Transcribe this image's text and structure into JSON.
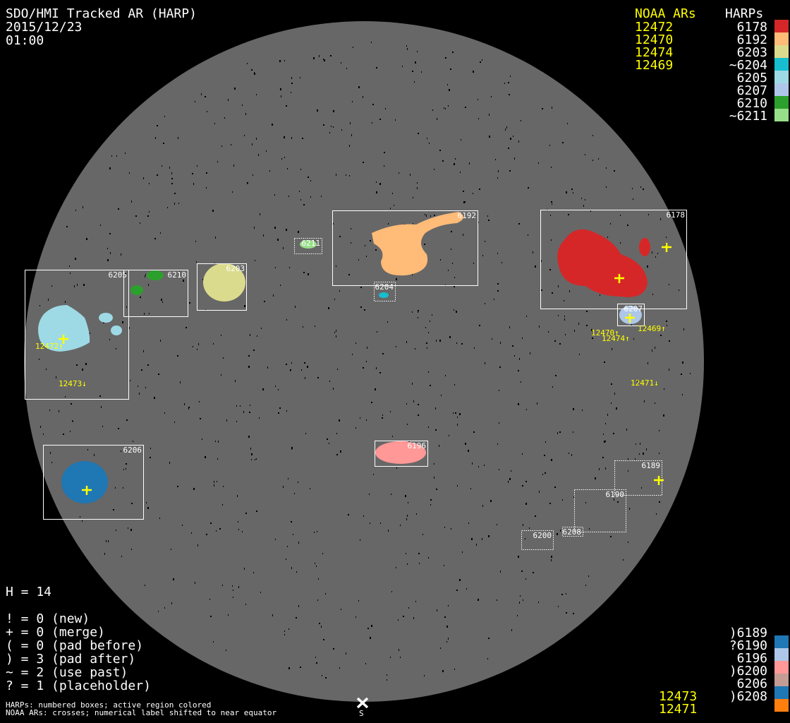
{
  "header": {
    "title": "SDO/HMI Tracked AR (HARP)",
    "date": "2015/12/23",
    "time": "01:00"
  },
  "legend_top": {
    "noaa_header": "NOAA ARs",
    "harps_header": "HARPs",
    "noaa": [
      "12472",
      "12470",
      "12474",
      "12469"
    ],
    "harps": [
      {
        "label": "6178",
        "color": "#d62728"
      },
      {
        "label": "6192",
        "color": "#ffbb78"
      },
      {
        "label": "6203",
        "color": "#dbdb8d"
      },
      {
        "label": "~6204",
        "color": "#17becf"
      },
      {
        "label": "6205",
        "color": "#9edae5"
      },
      {
        "label": "6207",
        "color": "#aec7e8"
      },
      {
        "label": "6210",
        "color": "#2ca02c"
      },
      {
        "label": "~6211",
        "color": "#98df8a"
      }
    ]
  },
  "legend_bottom": {
    "noaa": [
      "12473",
      "12471"
    ],
    "harps": [
      {
        "label": ")6189",
        "color": "#1f77b4"
      },
      {
        "label": "?6190",
        "color": "#aec7e8"
      },
      {
        "label": "6196",
        "color": "#ff9896"
      },
      {
        "label": ")6200",
        "color": "#c49c94"
      },
      {
        "label": "6206",
        "color": "#1f77b4"
      },
      {
        "label": ")6208",
        "color": "#ff7f0e"
      }
    ]
  },
  "stats": {
    "h": "H = 14",
    "lines": [
      "! = 0 (new)",
      "+ = 0 (merge)",
      "( = 0 (pad before)",
      ") = 3 (pad after)",
      "~ = 2 (use past)",
      "? = 1 (placeholder)"
    ]
  },
  "footer": {
    "line1": "HARPs: numbered boxes; active region colored",
    "line2": "NOAA ARs: crosses; numerical label shifted to near equator",
    "south_label": "S"
  },
  "disk": {
    "harp_boxes": [
      {
        "id": "6178",
        "color": "#d62728",
        "style": "solid"
      },
      {
        "id": "6192",
        "color": "#ffbb78",
        "style": "solid"
      },
      {
        "id": "6211",
        "color": "#98df8a",
        "style": "dotted"
      },
      {
        "id": "6205",
        "color": "#9edae5",
        "style": "solid"
      },
      {
        "id": "6210",
        "color": "#2ca02c",
        "style": "solid"
      },
      {
        "id": "6203",
        "color": "#dbdb8d",
        "style": "solid"
      },
      {
        "id": "6204",
        "color": "#17becf",
        "style": "dotted"
      },
      {
        "id": "6207",
        "color": "#aec7e8",
        "style": "solid"
      },
      {
        "id": "6206",
        "color": "#1f77b4",
        "style": "solid"
      },
      {
        "id": "6196",
        "color": "#ff9896",
        "style": "solid"
      },
      {
        "id": "6189",
        "color": null,
        "style": "dotted"
      },
      {
        "id": "6190",
        "color": null,
        "style": "dotted"
      },
      {
        "id": "6208",
        "color": null,
        "style": "dotted"
      },
      {
        "id": "6200",
        "color": null,
        "style": "dotted"
      }
    ],
    "noaa_labels": [
      "12472↑",
      "12473↓",
      "12470↑",
      "12474↑",
      "12469↑",
      "12471↓"
    ],
    "disk_color": "#676767",
    "cross_color": "#ffff00"
  }
}
